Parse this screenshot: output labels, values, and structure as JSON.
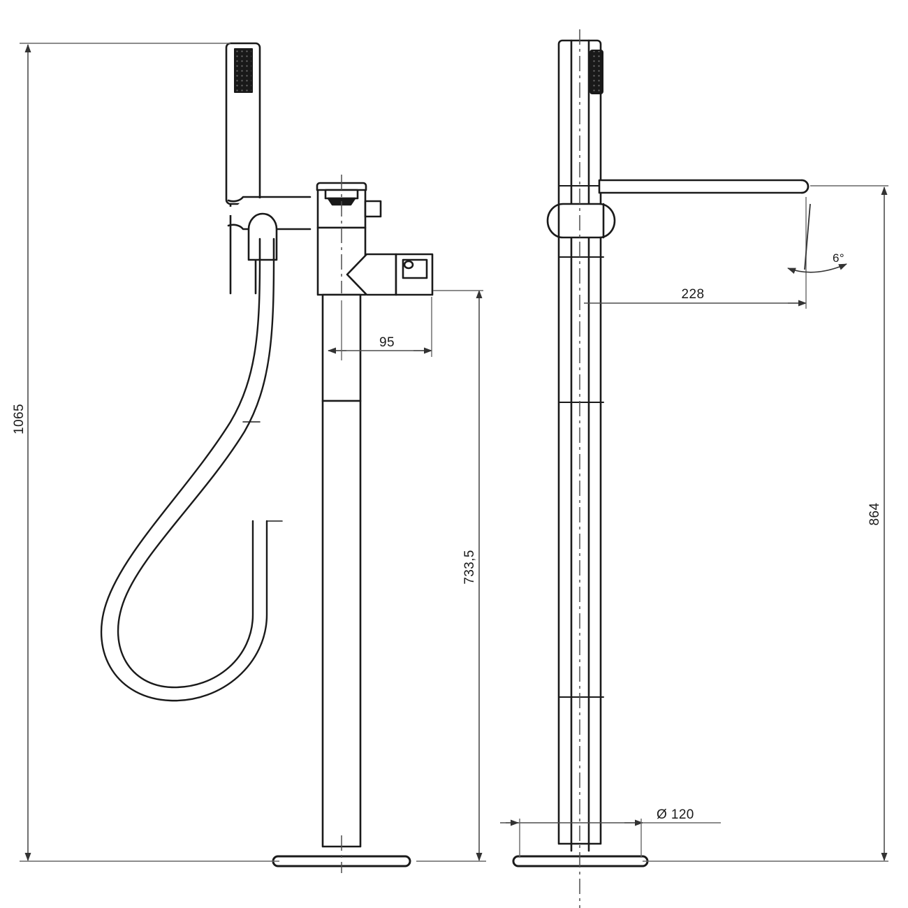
{
  "drawing": {
    "type": "technical-drawing",
    "subject": "Floor standing bath shower mixer with handshower",
    "units": "mm",
    "views": [
      {
        "id": "front-view",
        "name": "Front elevation (side)"
      },
      {
        "id": "side-view",
        "name": "Side elevation (rotated 90°)"
      }
    ]
  },
  "dimensions": {
    "overall_height": "1065",
    "spout_height": "733,5",
    "lever_projection": "95",
    "spout_projection": "228",
    "side_overall_height": "864",
    "base_diameter": "Ø 120",
    "spout_angle": "6°"
  },
  "labels": {
    "d_overall_height": "1065",
    "d_spout_height": "733,5",
    "d_lever_projection": "95",
    "d_spout_projection": "228",
    "d_side_height": "864",
    "d_base_diameter": "Ø 120",
    "d_angle": "6°"
  },
  "colors": {
    "line": "#1a1a1a",
    "dimension_line": "#4d4d4d",
    "centerline": "#4d4d4d",
    "background": "#ffffff",
    "fill": "#ffffff",
    "spray_face": "#1a1a1a"
  }
}
